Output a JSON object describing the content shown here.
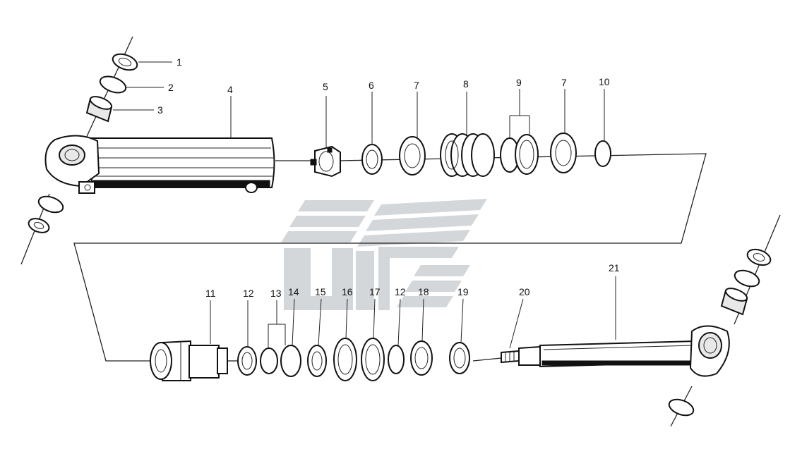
{
  "diagram": {
    "background": "#ffffff",
    "ink": "#111111",
    "watermark_color": "#cfd3d6",
    "labels": {
      "p1": "1",
      "p2": "2",
      "p3": "3",
      "p4": "4",
      "p5": "5",
      "p6": "6",
      "p7a": "7",
      "p8": "8",
      "p9": "9",
      "p7b": "7",
      "p10": "10",
      "p11": "11",
      "p12a": "12",
      "p13": "13",
      "p14": "14",
      "p15": "15",
      "p16": "16",
      "p17": "17",
      "p12b": "12",
      "p18": "18",
      "p19": "19",
      "p20": "20",
      "p21": "21"
    }
  }
}
